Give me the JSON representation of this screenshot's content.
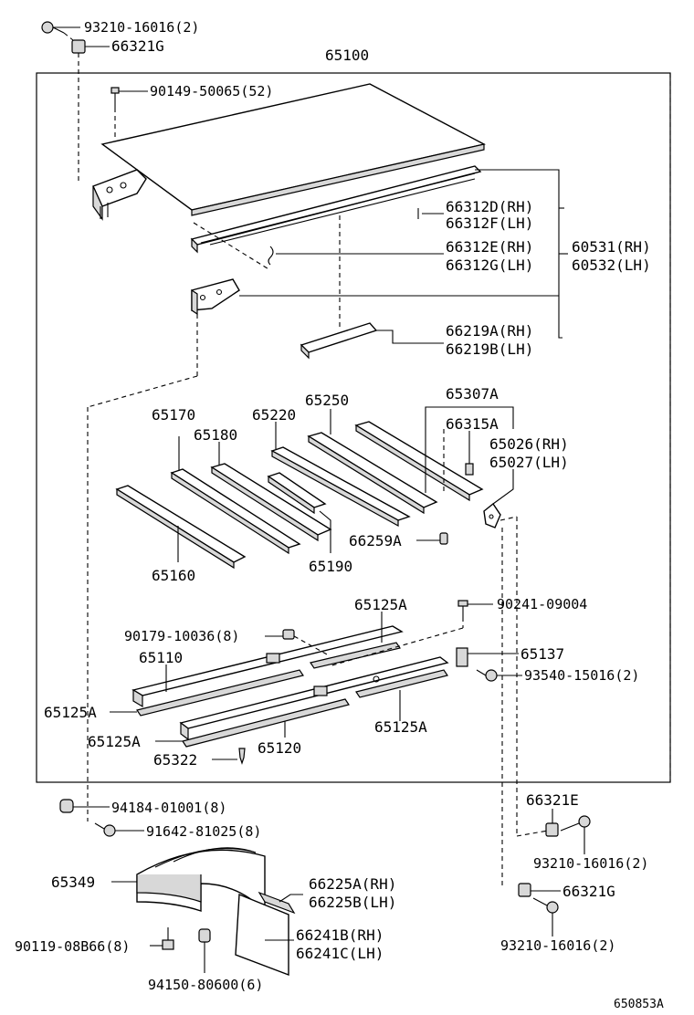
{
  "diagram_id": "650853A",
  "assembly_number": "65100",
  "labels": {
    "p93210_top": "93210-16016(2)",
    "p66321G_top": "66321G",
    "p90149": "90149-50065(52)",
    "p66312D": "66312D(RH)",
    "p66312F": "66312F(LH)",
    "p66312E": "66312E(RH)",
    "p66312G": "66312G(LH)",
    "p60531": "60531(RH)",
    "p60532": "60532(LH)",
    "p66219A": "66219A(RH)",
    "p66219B": "66219B(LH)",
    "p65307A": "65307A",
    "p66315A": "66315A",
    "p65026": "65026(RH)",
    "p65027": "65027(LH)",
    "p65250": "65250",
    "p65220": "65220",
    "p65170": "65170",
    "p65180": "65180",
    "p65160": "65160",
    "p65190": "65190",
    "p66259A": "66259A",
    "p65125A_top": "65125A",
    "p90241": "90241-09004",
    "p90179": "90179-10036(8)",
    "p65110": "65110",
    "p65137": "65137",
    "p93540": "93540-15016(2)",
    "p65125A_left": "65125A",
    "p65125A_mid": "65125A",
    "p65125A_right": "65125A",
    "p65120": "65120",
    "p65322": "65322",
    "p66321E": "66321E",
    "p94184": "94184-01001(8)",
    "p91642": "91642-81025(8)",
    "p93210_mid": "93210-16016(2)",
    "p65349": "65349",
    "p66225A": "66225A(RH)",
    "p66225B": "66225B(LH)",
    "p66321G_bottom": "66321G",
    "p66241B": "66241B(RH)",
    "p66241C": "66241C(LH)",
    "p90119": "90119-08B66(8)",
    "p93210_bottom": "93210-16016(2)",
    "p94150": "94150-80600(6)"
  }
}
